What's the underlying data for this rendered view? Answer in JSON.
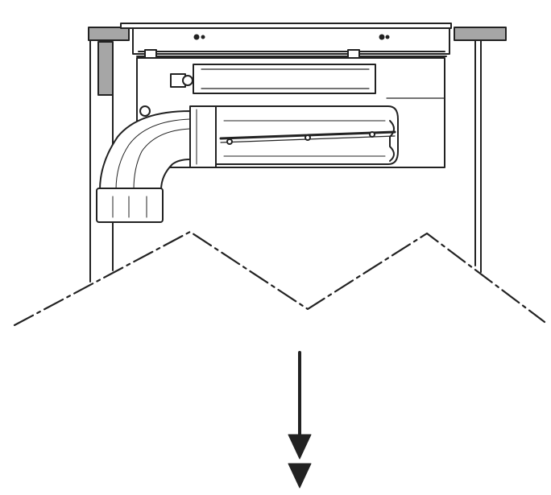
{
  "diagram": {
    "kind": "installation-drawing",
    "components": [
      {
        "name": "countertop",
        "color": "#a6a6a6"
      },
      {
        "name": "cabinet-side-panels",
        "color": "#ffffff"
      },
      {
        "name": "cooktop-unit",
        "color": "#ffffff"
      },
      {
        "name": "fan-motor-housing",
        "color": "#ffffff"
      },
      {
        "name": "elbow-duct",
        "color": "#ffffff"
      },
      {
        "name": "break-line",
        "style": "dash-dot"
      },
      {
        "name": "downward-arrow",
        "style": "double-arrowhead"
      }
    ],
    "colors": {
      "stroke": "#222222",
      "countertop": "#a6a6a6",
      "background": "#ffffff"
    },
    "icons": [
      "downward-arrow-icon"
    ]
  }
}
